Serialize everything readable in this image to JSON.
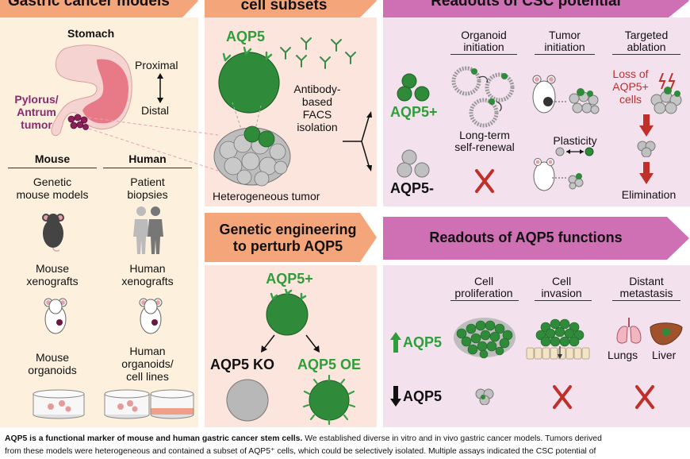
{
  "headers": {
    "models": "Gastric cancer models",
    "subsets": "cell subsets",
    "csc": "Readouts of CSC potential",
    "genetic_line1": "Genetic engineering",
    "genetic_line2": "to perturb AQP5",
    "functions": "Readouts of AQP5 functions"
  },
  "stomach": {
    "title": "Stomach",
    "proximal": "Proximal",
    "distal": "Distal",
    "tumor_line1": "Pylorus/",
    "tumor_line2": "Antrum",
    "tumor_line3": "tumor"
  },
  "models": {
    "mouse_header": "Mouse",
    "human_header": "Human",
    "mouse_items": [
      [
        "Genetic",
        "mouse models"
      ],
      [
        "Mouse",
        "xenografts"
      ],
      [
        "Mouse",
        "organoids"
      ]
    ],
    "human_items": [
      [
        "Patient",
        "biopsies"
      ],
      [
        "Human",
        "xenografts"
      ],
      [
        "Human",
        "organoids/",
        "cell lines"
      ]
    ]
  },
  "isolation": {
    "aqp5_label": "AQP5",
    "antibody_line1": "Antibody-",
    "antibody_line2": "based",
    "antibody_line3": "FACS",
    "antibody_line4": "isolation",
    "tumor_label": "Heterogeneous tumor"
  },
  "csc": {
    "pos_label": "AQP5+",
    "neg_label": "AQP5-",
    "col1_line1": "Organoid",
    "col1_line2": "initiation",
    "col2_line1": "Tumor",
    "col2_line2": "initiation",
    "col3_line1": "Targeted",
    "col3_line2": "ablation",
    "self_renewal_line1": "Long-term",
    "self_renewal_line2": "self-renewal",
    "plasticity": "Plasticity",
    "loss_line1": "Loss of",
    "loss_line2": "AQP5+",
    "loss_line3": "cells",
    "elimination": "Elimination"
  },
  "genetic": {
    "pos_label": "AQP5+",
    "ko_label": "AQP5 KO",
    "oe_label": "AQP5 OE"
  },
  "functions": {
    "col1_line1": "Cell",
    "col1_line2": "proliferation",
    "col2_line1": "Cell",
    "col2_line2": "invasion",
    "col3_line1": "Distant",
    "col3_line2": "metastasis",
    "up_label": "AQP5",
    "down_label": "AQP5",
    "lungs": "Lungs",
    "liver": "Liver"
  },
  "caption": {
    "bold": "AQP5 is a functional marker of mouse and human gastric cancer stem cells.",
    "line1_rest": " We established diverse in vitro and in vivo gastric cancer models. Tumors derived",
    "line2": "from these models were heterogeneous and contained a subset of AQP5⁺ cells, which could be selectively isolated. Multiple assays indicated the CSC potential of"
  },
  "colors": {
    "orange_header": "#f4a57a",
    "purple_header": "#cf6fb4",
    "models_bg": "#fdf1de",
    "subsets_bg": "#fbe5dc",
    "readout_bg": "#f4e1ee",
    "cell_green": "#2f8a3a",
    "tumor_gray": "#a8a8a8"
  }
}
